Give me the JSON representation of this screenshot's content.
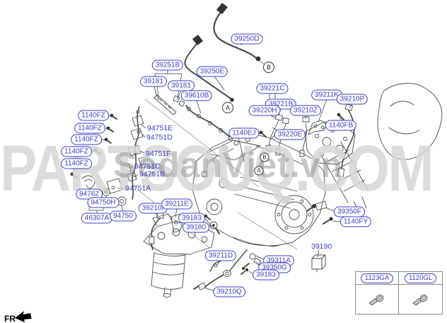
{
  "watermarks": {
    "primary": "PARTSOUQ.COM",
    "secondary": "SedanViet.vn"
  },
  "direction": {
    "label": "FR"
  },
  "colors": {
    "callout_blue": "#3d3dca",
    "line_gray": "#4a4a4a",
    "watermark_light": "#d7d7d7",
    "watermark_mid": "#8f8f8f"
  },
  "callouts": [
    {
      "text": "39251B"
    },
    {
      "text": "39181"
    },
    {
      "text": "39181"
    },
    {
      "text": "39250E"
    },
    {
      "text": "39610B"
    },
    {
      "text": "39250D"
    },
    {
      "text": "39221C"
    },
    {
      "text": "39221B"
    },
    {
      "text": "39220H"
    },
    {
      "text": "39210Z"
    },
    {
      "text": "39211K"
    },
    {
      "text": "39210P"
    },
    {
      "text": "1140FB"
    },
    {
      "text": "1140EJ"
    },
    {
      "text": "39220E"
    },
    {
      "text": "1140FZ"
    },
    {
      "text": "1140FZ"
    },
    {
      "text": "1140FZ"
    },
    {
      "text": "1140FZ"
    },
    {
      "text": "1140FZ"
    },
    {
      "text": "94762"
    },
    {
      "text": "94750H"
    },
    {
      "text": "46307A"
    },
    {
      "text": "94750"
    },
    {
      "text": "39210I"
    },
    {
      "text": "39211E"
    },
    {
      "text": "39183"
    },
    {
      "text": "39180"
    },
    {
      "text": "39211D"
    },
    {
      "text": "39210Q"
    },
    {
      "text": "39311A"
    },
    {
      "text": "39350G"
    },
    {
      "text": "39183"
    },
    {
      "text": "39350F"
    },
    {
      "text": "1140FY"
    }
  ],
  "plain_labels": [
    {
      "text": "94751E"
    },
    {
      "text": "94751D"
    },
    {
      "text": "94751F"
    },
    {
      "text": "94751C"
    },
    {
      "text": "94751B"
    },
    {
      "text": "94751A"
    },
    {
      "text": "39190"
    }
  ],
  "reference_circles": [
    {
      "text": "B"
    },
    {
      "text": "A"
    },
    {
      "text": "B"
    },
    {
      "text": "A"
    }
  ],
  "fastener_table": {
    "columns": [
      {
        "part_no": "1123GA"
      },
      {
        "part_no": "1120GL"
      }
    ]
  }
}
